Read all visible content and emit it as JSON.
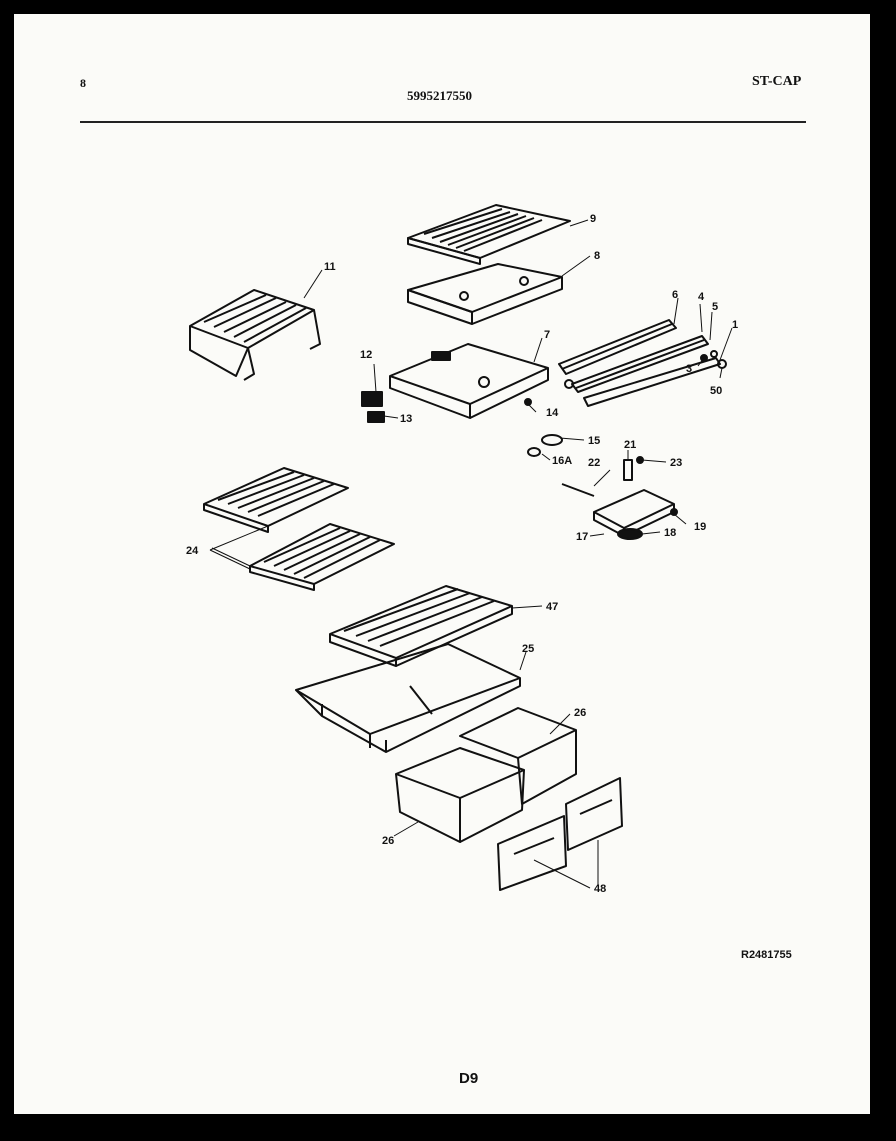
{
  "header": {
    "corner_mark": "8",
    "model_code": "5995217550",
    "sheet_code": "ST-CAP"
  },
  "callouts": {
    "c9": "9",
    "c8": "8",
    "c11": "11",
    "c6": "6",
    "c4": "4",
    "c5": "5",
    "c1": "1",
    "c7": "7",
    "c12": "12",
    "c13": "13",
    "c14": "14",
    "c3": "3",
    "c50": "50",
    "c15": "15",
    "c16a": "16A",
    "c21": "21",
    "c22": "22",
    "c23": "23",
    "c17": "17",
    "c18": "18",
    "c19": "19",
    "c24": "24",
    "c47": "47",
    "c25": "25",
    "c26a": "26",
    "c26b": "26",
    "c48": "48"
  },
  "footer": {
    "ref_code": "R2481755",
    "page_number": "D9"
  }
}
